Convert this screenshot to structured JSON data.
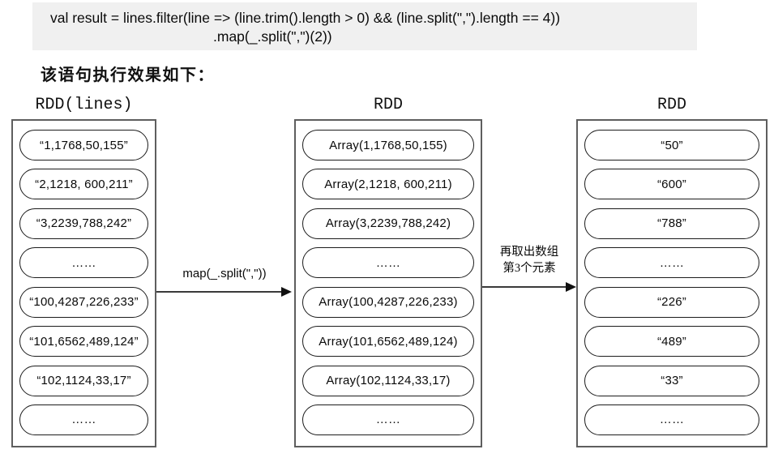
{
  "code_block": {
    "line1": "val result = lines.filter(line => (line.trim().length > 0) && (line.split(\",\").length == 4))",
    "line2": ".map(_.split(\",\")(2))"
  },
  "subtitle": "该语句执行效果如下：",
  "columns": [
    {
      "header": "RDD(lines)",
      "items": [
        "“1,1768,50,155”",
        "“2,1218, 600,211”",
        "“3,2239,788,242”",
        "……",
        "“100,4287,226,233”",
        "“101,6562,489,124”",
        "“102,1124,33,17”",
        "……"
      ]
    },
    {
      "header": "RDD",
      "items": [
        "Array(1,1768,50,155)",
        "Array(2,1218, 600,211)",
        "Array(3,2239,788,242)",
        "……",
        "Array(100,4287,226,233)",
        "Array(101,6562,489,124)",
        "Array(102,1124,33,17)",
        "……"
      ]
    },
    {
      "header": "RDD",
      "items": [
        "“50”",
        "“600”",
        "“788”",
        "……",
        "“226”",
        "“489”",
        "“33”",
        "……"
      ]
    }
  ],
  "arrows": [
    {
      "label": "map(_.split(\",\"))"
    },
    {
      "label_line1": "再取出数组",
      "label_line2": "第3个元素"
    }
  ]
}
